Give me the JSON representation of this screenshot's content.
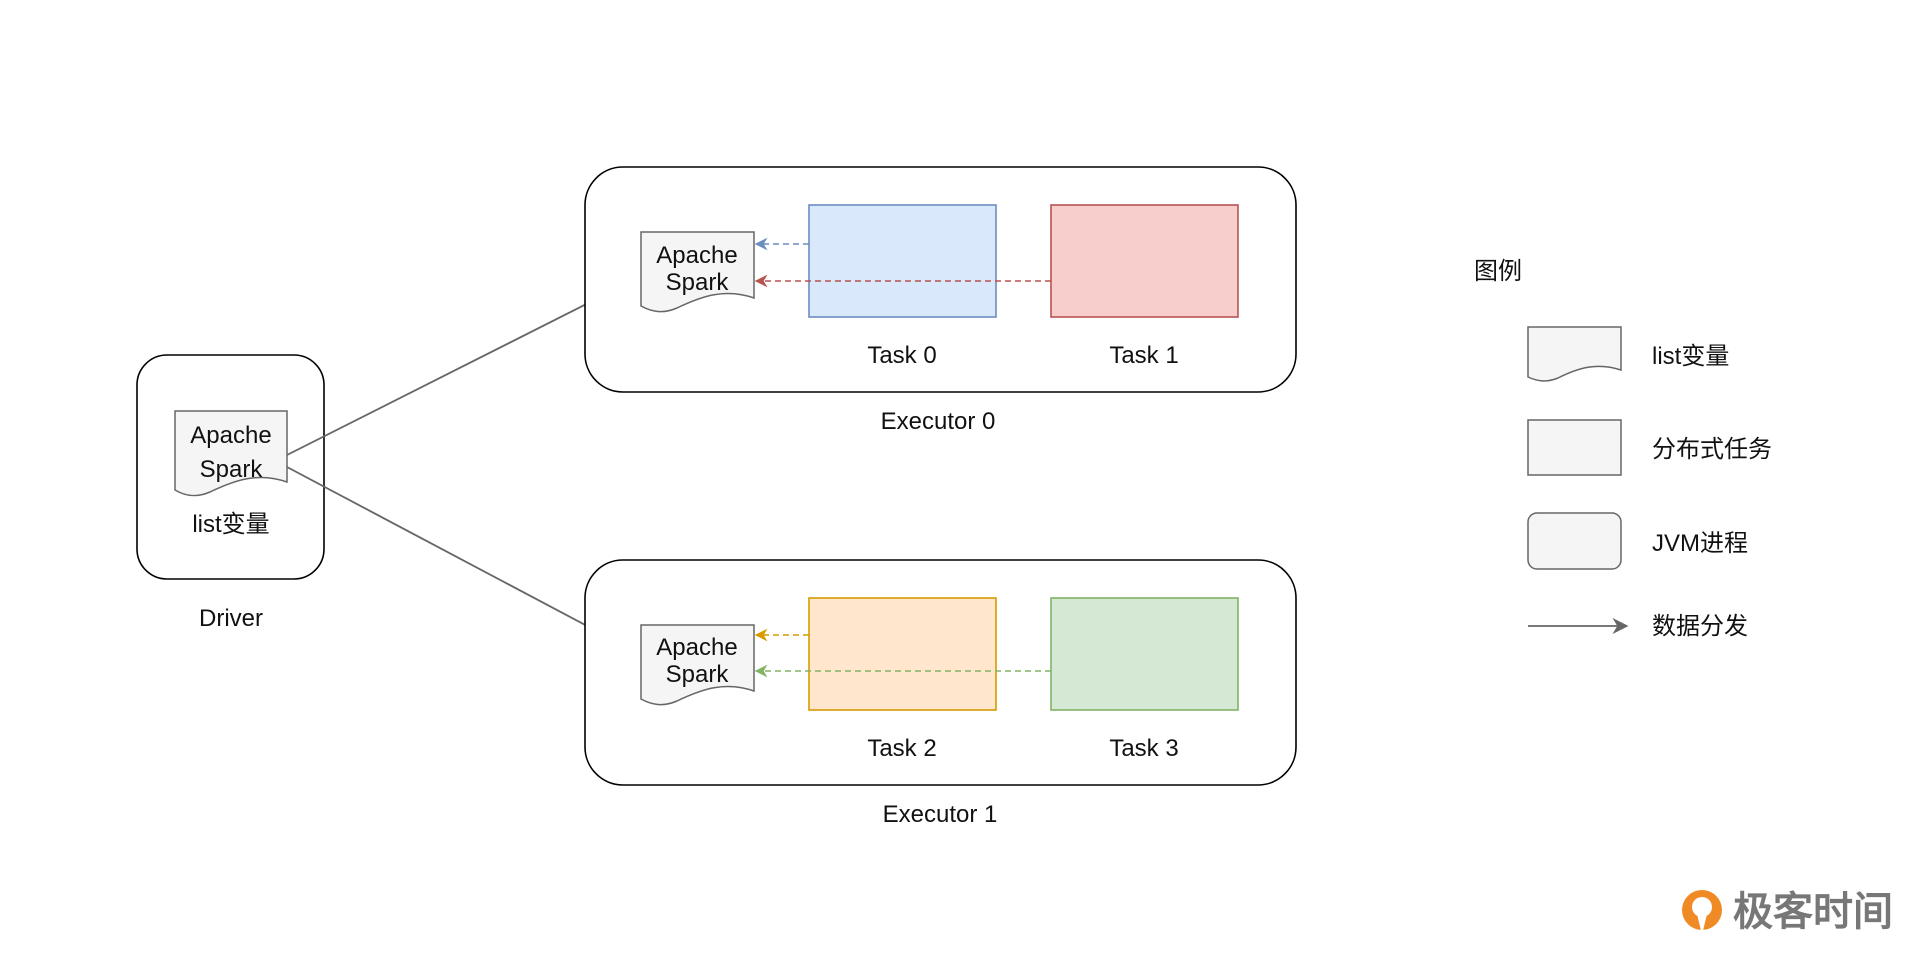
{
  "driver": {
    "doc_line1": "Apache",
    "doc_line2": "Spark",
    "variable_label": "list变量",
    "label": "Driver"
  },
  "executors": [
    {
      "label": "Executor 0",
      "doc_line1": "Apache",
      "doc_line2": "Spark",
      "tasks": [
        {
          "label": "Task 0",
          "fill": "#dae8fc",
          "stroke": "#6c8ebf"
        },
        {
          "label": "Task 1",
          "fill": "#f8cecc",
          "stroke": "#b85450"
        }
      ]
    },
    {
      "label": "Executor 1",
      "doc_line1": "Apache",
      "doc_line2": "Spark",
      "tasks": [
        {
          "label": "Task 2",
          "fill": "#ffe6cc",
          "stroke": "#d79b00"
        },
        {
          "label": "Task 3",
          "fill": "#d5e8d4",
          "stroke": "#82b366"
        }
      ]
    }
  ],
  "legend": {
    "title": "图例",
    "items": [
      {
        "label": "list变量"
      },
      {
        "label": "分布式任务"
      },
      {
        "label": "JVM进程"
      },
      {
        "label": "数据分发"
      }
    ]
  },
  "colors": {
    "jvm_stroke": "#000000",
    "doc_fill": "#f5f5f5",
    "doc_stroke": "#666666",
    "arrow": "#666666",
    "logo_orange": "#f08a24",
    "logo_gray": "#777777"
  },
  "watermark": {
    "text": "极客时间"
  }
}
